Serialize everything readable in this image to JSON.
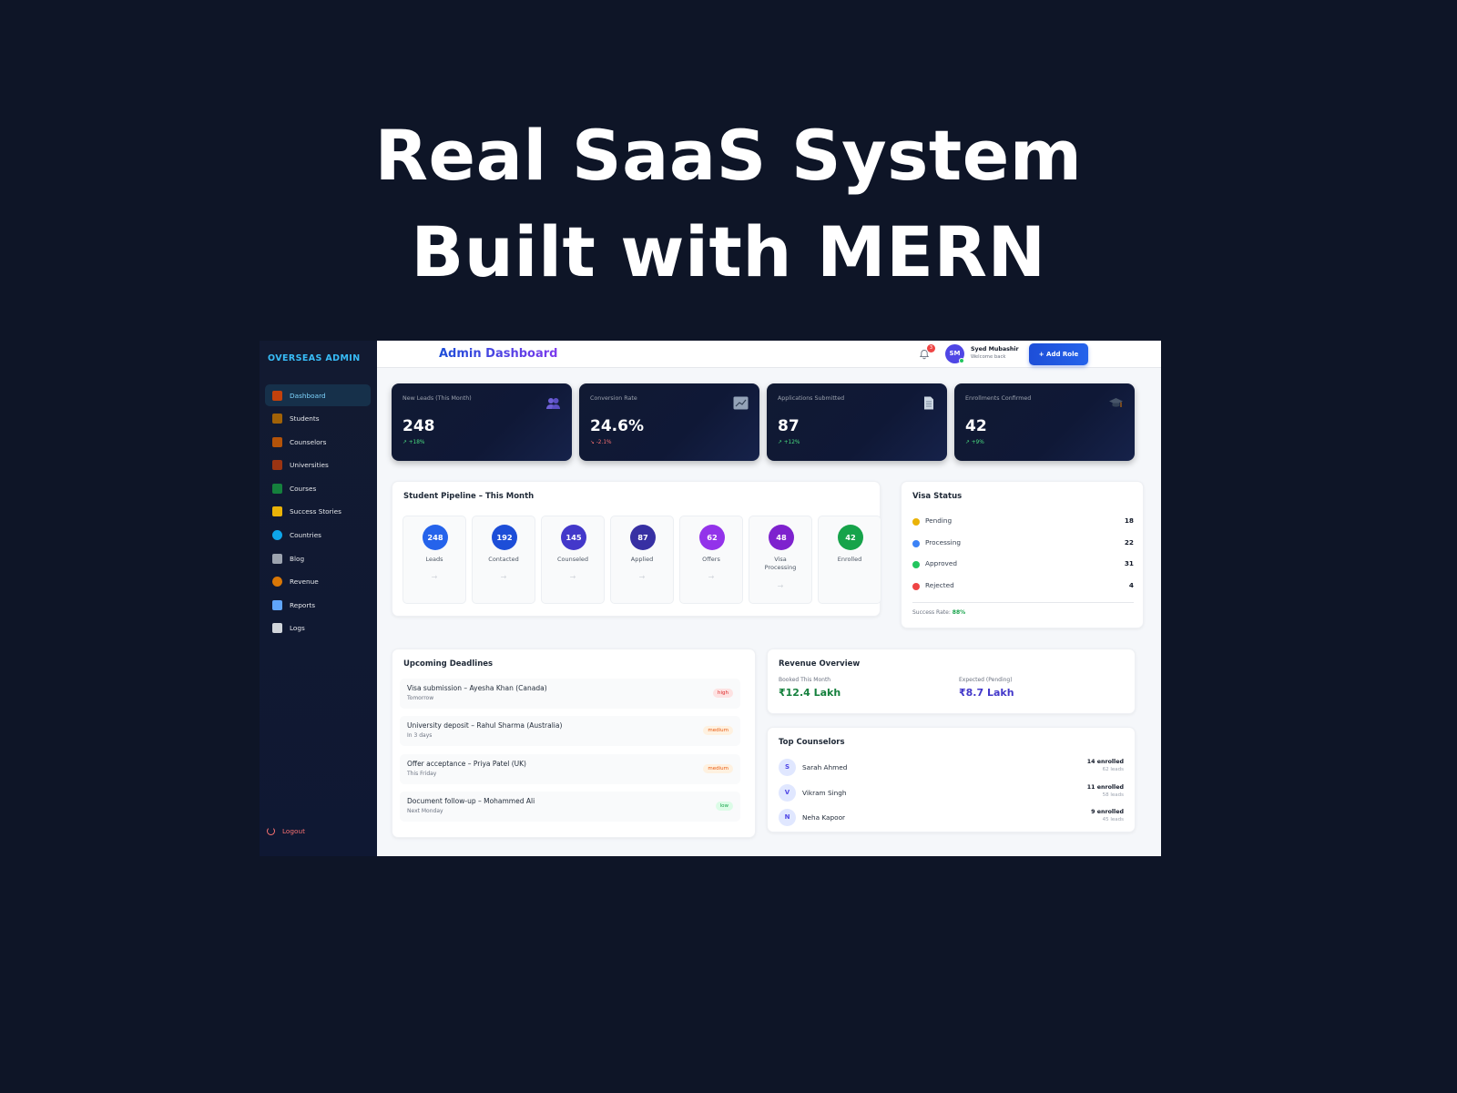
{
  "hero": {
    "line1": "Real SaaS System",
    "line2": "Built with MERN"
  },
  "sidebar": {
    "brand": "OVERSEAS ADMIN",
    "items": [
      {
        "label": "Dashboard",
        "icon": "home-icon",
        "active": true
      },
      {
        "label": "Students",
        "icon": "student-icon"
      },
      {
        "label": "Counselors",
        "icon": "counselor-icon"
      },
      {
        "label": "Universities",
        "icon": "university-icon"
      },
      {
        "label": "Courses",
        "icon": "books-icon"
      },
      {
        "label": "Success Stories",
        "icon": "sparkle-icon"
      },
      {
        "label": "Countries",
        "icon": "globe-icon"
      },
      {
        "label": "Blog",
        "icon": "newspaper-icon"
      },
      {
        "label": "Revenue",
        "icon": "money-bag-icon"
      },
      {
        "label": "Reports",
        "icon": "bar-chart-icon"
      },
      {
        "label": "Logs",
        "icon": "clipboard-icon"
      }
    ],
    "logout": "Logout"
  },
  "header": {
    "title": "Admin Dashboard",
    "notification_count": "3",
    "avatar_initials": "SM",
    "user_name": "Syed Mubashir",
    "user_subtitle": "Welcome back",
    "add_role_label": "+ Add Role"
  },
  "stats": [
    {
      "label": "New Leads (This Month)",
      "value": "248",
      "change": "+18%",
      "trend": "up",
      "icon": "users-icon"
    },
    {
      "label": "Conversion Rate",
      "value": "24.6%",
      "change": "-2.1%",
      "trend": "down",
      "icon": "chart-icon"
    },
    {
      "label": "Applications Submitted",
      "value": "87",
      "change": "+12%",
      "trend": "up",
      "icon": "document-icon"
    },
    {
      "label": "Enrollments Confirmed",
      "value": "42",
      "change": "+9%",
      "trend": "up",
      "icon": "graduation-cap-icon"
    }
  ],
  "pipeline": {
    "title": "Student Pipeline – This Month",
    "stages": [
      {
        "count": "248",
        "label": "Leads",
        "color": "#2563eb"
      },
      {
        "count": "192",
        "label": "Contacted",
        "color": "#1d4ed8"
      },
      {
        "count": "145",
        "label": "Counseled",
        "color": "#4338ca"
      },
      {
        "count": "87",
        "label": "Applied",
        "color": "#3730a3"
      },
      {
        "count": "62",
        "label": "Offers",
        "color": "#9333ea"
      },
      {
        "count": "48",
        "label": "Visa Processing",
        "color": "#7e22ce"
      },
      {
        "count": "42",
        "label": "Enrolled",
        "color": "#16a34a"
      }
    ],
    "arrow": "→"
  },
  "visa": {
    "title": "Visa Status",
    "rows": [
      {
        "label": "Pending",
        "count": "18",
        "color": "#eab308"
      },
      {
        "label": "Processing",
        "count": "22",
        "color": "#3b82f6"
      },
      {
        "label": "Approved",
        "count": "31",
        "color": "#22c55e"
      },
      {
        "label": "Rejected",
        "count": "4",
        "color": "#ef4444"
      }
    ],
    "success_label": "Success Rate:",
    "success_value": "88%"
  },
  "deadlines": {
    "title": "Upcoming Deadlines",
    "items": [
      {
        "title": "Visa submission – Ayesha Khan (Canada)",
        "when": "Tomorrow",
        "priority": "high"
      },
      {
        "title": "University deposit – Rahul Sharma (Australia)",
        "when": "In 3 days",
        "priority": "medium"
      },
      {
        "title": "Offer acceptance – Priya Patel (UK)",
        "when": "This Friday",
        "priority": "medium"
      },
      {
        "title": "Document follow-up – Mohammed Ali",
        "when": "Next Monday",
        "priority": "low"
      }
    ]
  },
  "revenue": {
    "title": "Revenue Overview",
    "booked_label": "Booked This Month",
    "booked_value": "₹12.4 Lakh",
    "booked_color": "#15803d",
    "expected_label": "Expected (Pending)",
    "expected_value": "₹8.7 Lakh",
    "expected_color": "#4338ca"
  },
  "counselors": {
    "title": "Top Counselors",
    "items": [
      {
        "initial": "S",
        "name": "Sarah Ahmed",
        "enrolled": "14 enrolled",
        "leads": "62 leads"
      },
      {
        "initial": "V",
        "name": "Vikram Singh",
        "enrolled": "11 enrolled",
        "leads": "58 leads"
      },
      {
        "initial": "N",
        "name": "Neha Kapoor",
        "enrolled": "9 enrolled",
        "leads": "45 leads"
      }
    ]
  }
}
